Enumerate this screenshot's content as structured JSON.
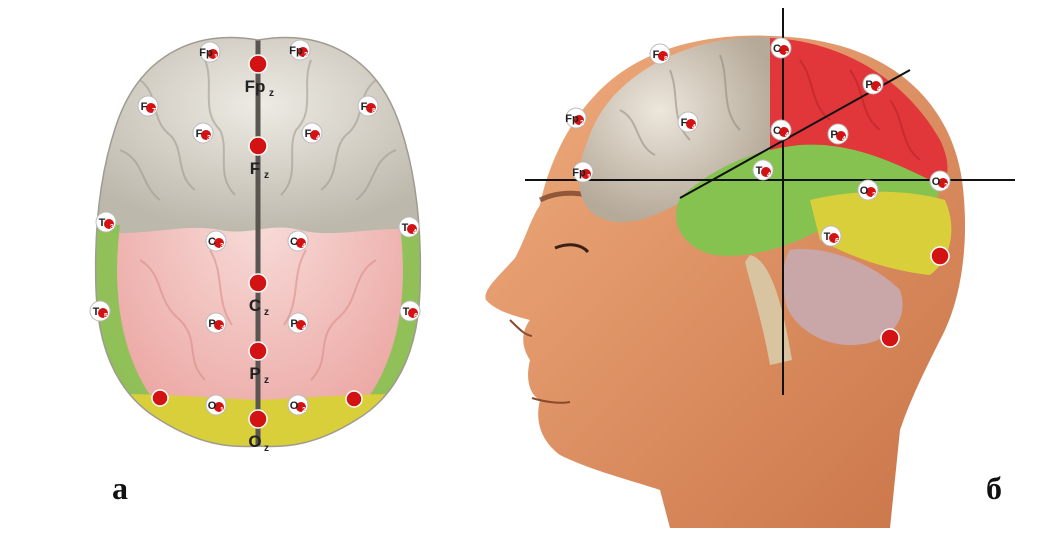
{
  "panels": {
    "a": {
      "label": "а",
      "electrodes": [
        {
          "name": "Fp1",
          "base": "Fp",
          "sub": "1",
          "style": "small"
        },
        {
          "name": "Fp2",
          "base": "Fp",
          "sub": "2",
          "style": "small"
        },
        {
          "name": "Fpz",
          "base": "Fp",
          "sub": "z",
          "style": "dot"
        },
        {
          "name": "F7",
          "base": "F",
          "sub": "7",
          "style": "small"
        },
        {
          "name": "F8",
          "base": "F",
          "sub": "8",
          "style": "small"
        },
        {
          "name": "F3",
          "base": "F",
          "sub": "3",
          "style": "small"
        },
        {
          "name": "F4",
          "base": "F",
          "sub": "4",
          "style": "small"
        },
        {
          "name": "Fz",
          "base": "F",
          "sub": "z",
          "style": "dot"
        },
        {
          "name": "T3",
          "base": "T",
          "sub": "3",
          "style": "small"
        },
        {
          "name": "T4",
          "base": "T",
          "sub": "4",
          "style": "small"
        },
        {
          "name": "C3",
          "base": "C",
          "sub": "3",
          "style": "small"
        },
        {
          "name": "C4",
          "base": "C",
          "sub": "4",
          "style": "small"
        },
        {
          "name": "Cz",
          "base": "C",
          "sub": "z",
          "style": "dot"
        },
        {
          "name": "T5",
          "base": "T",
          "sub": "5",
          "style": "small"
        },
        {
          "name": "T6",
          "base": "T",
          "sub": "6",
          "style": "small"
        },
        {
          "name": "P3",
          "base": "P",
          "sub": "3",
          "style": "small"
        },
        {
          "name": "P4",
          "base": "P",
          "sub": "4",
          "style": "small"
        },
        {
          "name": "Pz",
          "base": "P",
          "sub": "z",
          "style": "dot"
        },
        {
          "name": "O1",
          "base": "O",
          "sub": "1",
          "style": "small"
        },
        {
          "name": "O2",
          "base": "O",
          "sub": "2",
          "style": "small"
        },
        {
          "name": "Oz",
          "base": "O",
          "sub": "z",
          "style": "dot"
        }
      ]
    },
    "b": {
      "label": "б",
      "electrodes": [
        {
          "name": "F8",
          "base": "F",
          "sub": "8"
        },
        {
          "name": "Cz",
          "base": "C",
          "sub": "z"
        },
        {
          "name": "P4",
          "base": "P",
          "sub": "4"
        },
        {
          "name": "Fp2",
          "base": "Fp",
          "sub": "2"
        },
        {
          "name": "F4",
          "base": "F",
          "sub": "4"
        },
        {
          "name": "C4",
          "base": "C",
          "sub": "4"
        },
        {
          "name": "P4b",
          "base": "P",
          "sub": "4"
        },
        {
          "name": "Fp1",
          "base": "Fp",
          "sub": "1"
        },
        {
          "name": "T4",
          "base": "T",
          "sub": "4"
        },
        {
          "name": "O2",
          "base": "O",
          "sub": "2"
        },
        {
          "name": "O2b",
          "base": "O",
          "sub": "2"
        },
        {
          "name": "T6",
          "base": "T",
          "sub": "6"
        }
      ]
    }
  },
  "colors": {
    "frontal": "#d9d5cc",
    "central": "#f3c9c6",
    "temporal": "#86c250",
    "occipital": "#d9cf3a",
    "electrode": "#d31313",
    "skin": "#e59a6a",
    "parietal_red": "#e1373a"
  }
}
